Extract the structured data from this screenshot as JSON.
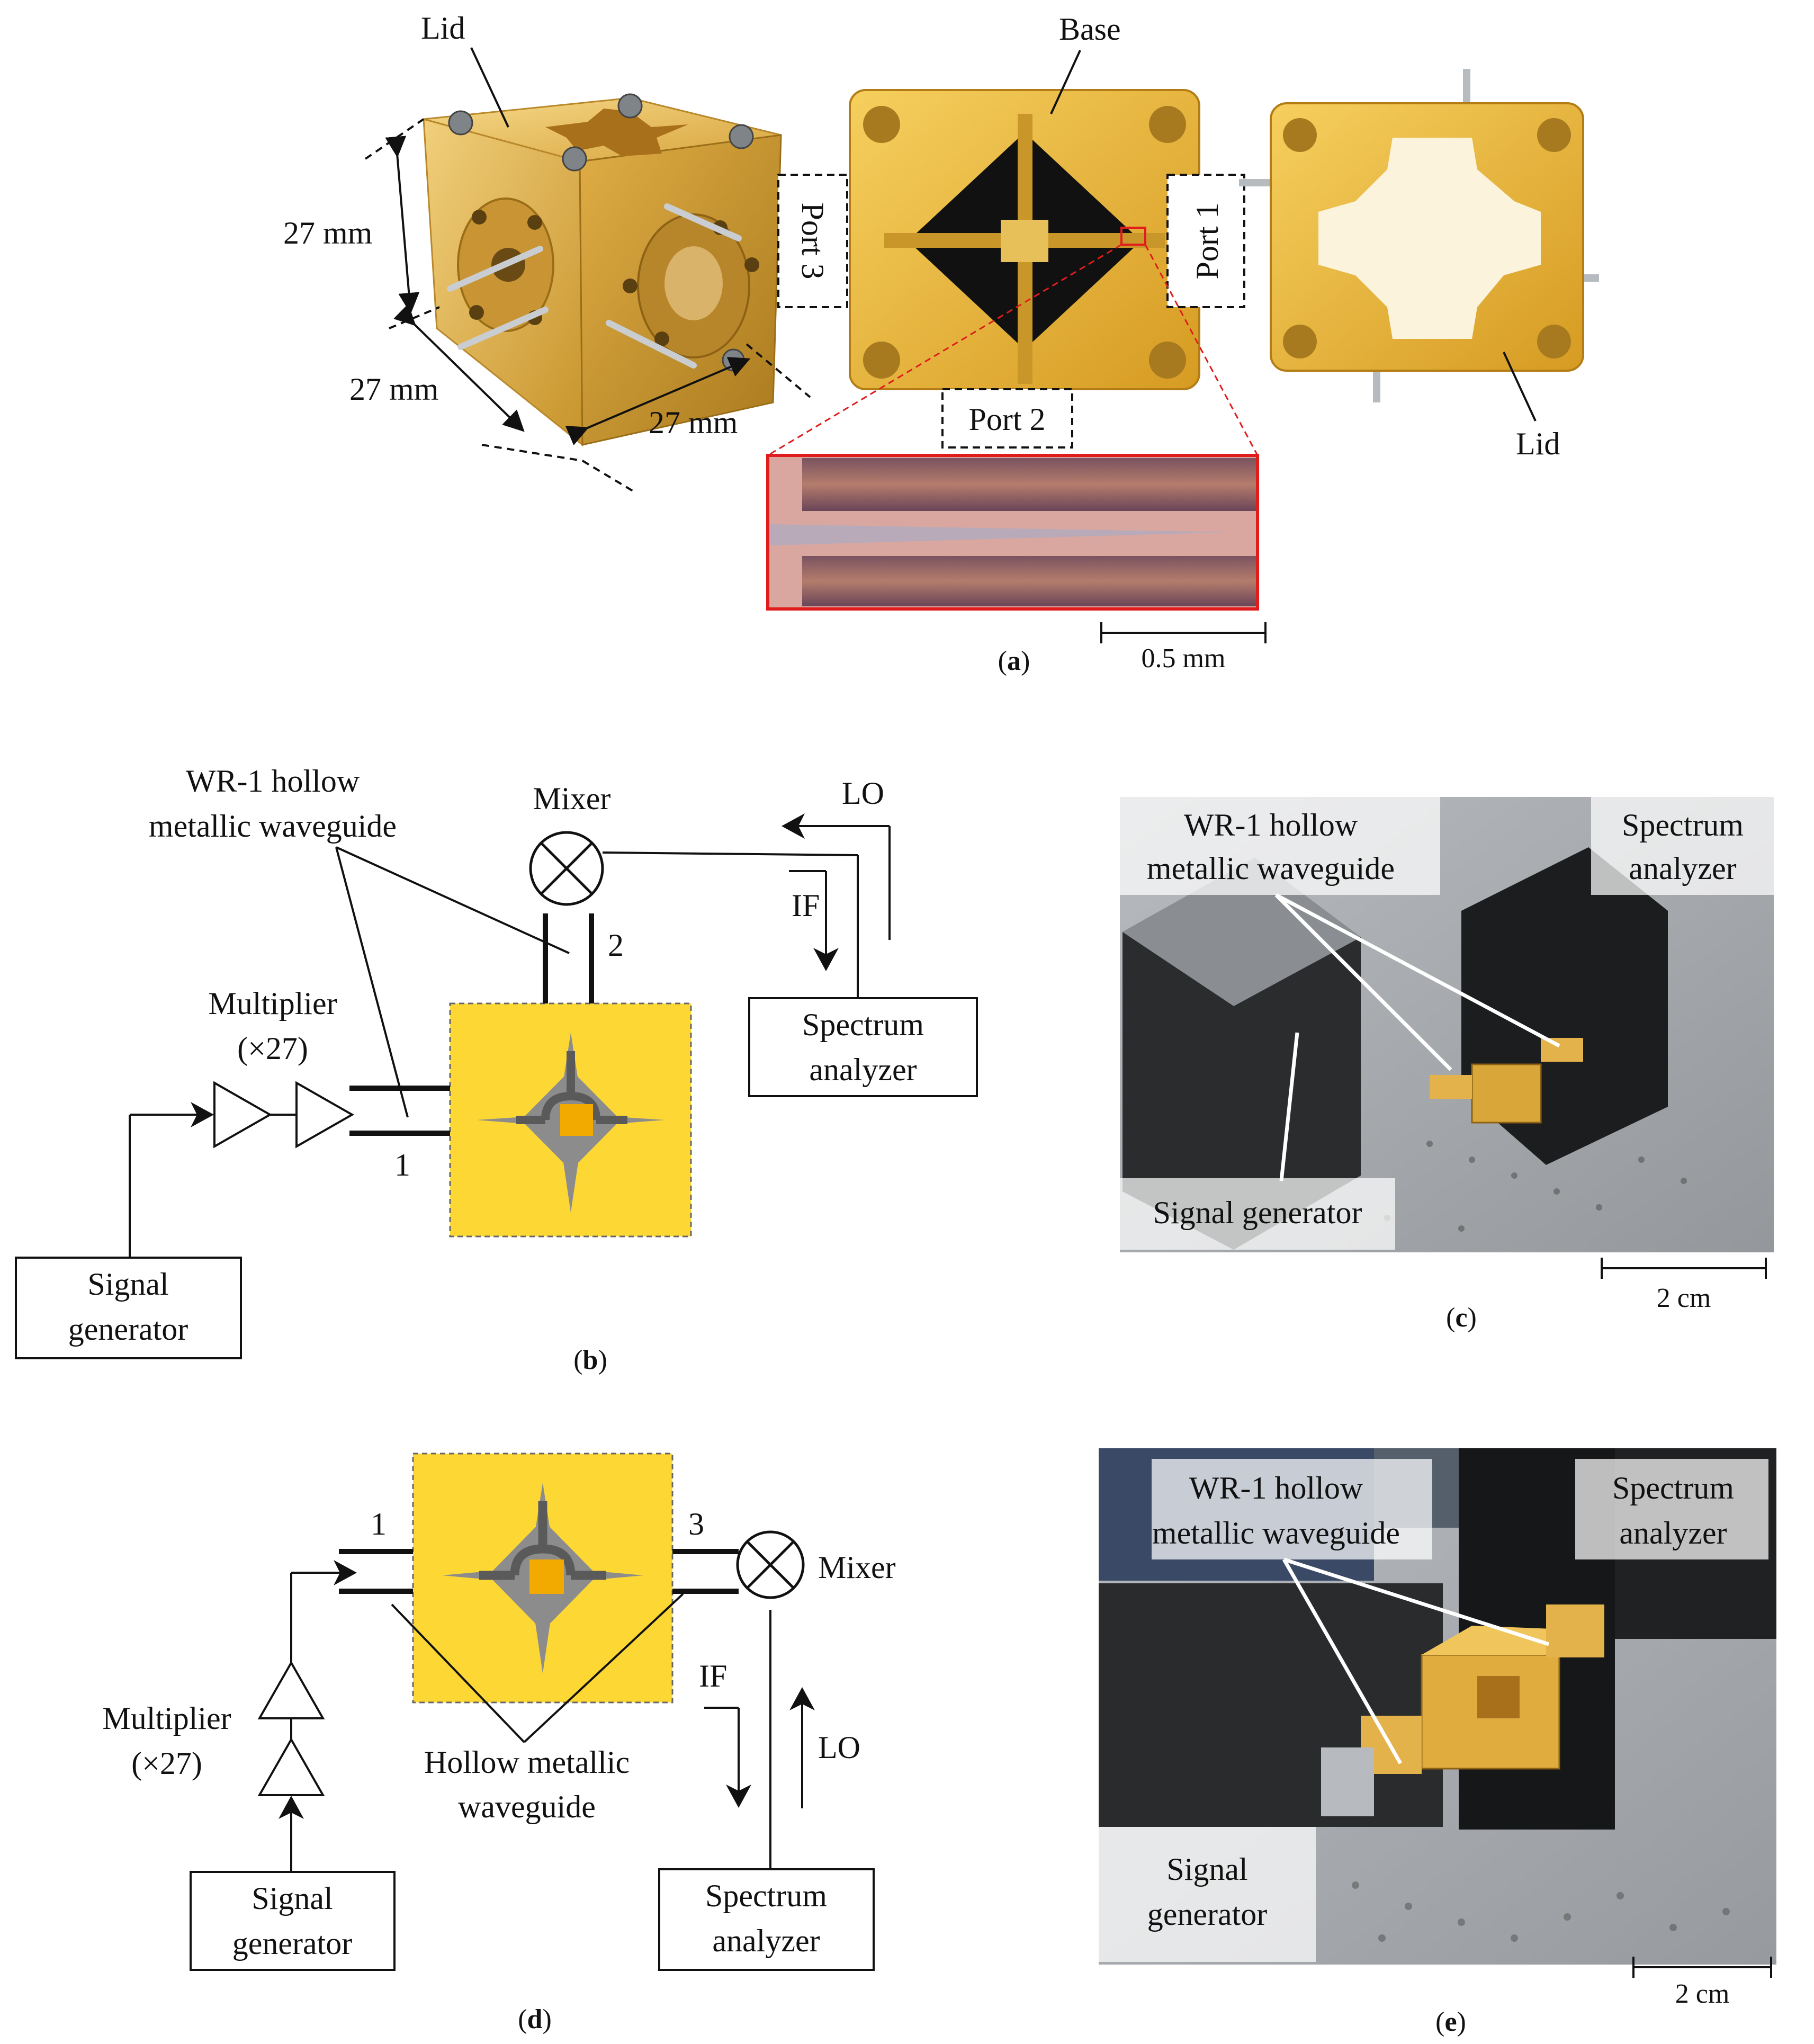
{
  "panel_a": {
    "caption_letter": "a",
    "cube_labels": {
      "lid": "Lid",
      "dim_height": "27 mm",
      "dim_depth": "27 mm",
      "dim_width": "27 mm"
    },
    "base_labels": {
      "base": "Base",
      "port1": "Port 1",
      "port2": "Port 2",
      "port3": "Port 3"
    },
    "lid_label": "Lid",
    "scale_bar": "0.5 mm"
  },
  "panel_b": {
    "caption_letter": "b",
    "waveguide_label_line1": "WR-1 hollow",
    "waveguide_label_line2": "metallic waveguide",
    "mixer": "Mixer",
    "lo": "LO",
    "if": "IF",
    "port_top": "2",
    "port_left": "1",
    "multiplier_line1": "Multiplier",
    "multiplier_line2": "(×27)",
    "spectrum_line1": "Spectrum",
    "spectrum_line2": "analyzer",
    "signal_line1": "Signal",
    "signal_line2": "generator"
  },
  "panel_c": {
    "caption_letter": "c",
    "waveguide_line1": "WR-1 hollow",
    "waveguide_line2": "metallic waveguide",
    "spectrum_line1": "Spectrum",
    "spectrum_line2": "analyzer",
    "signal": "Signal generator",
    "scale_bar": "2 cm"
  },
  "panel_d": {
    "caption_letter": "d",
    "port_left": "1",
    "port_right": "3",
    "mixer": "Mixer",
    "if": "IF",
    "lo": "LO",
    "multiplier_line1": "Multiplier",
    "multiplier_line2": "(×27)",
    "hollow_line1": "Hollow metallic",
    "hollow_line2": "waveguide",
    "signal_line1": "Signal",
    "signal_line2": "generator",
    "spectrum_line1": "Spectrum",
    "spectrum_line2": "analyzer"
  },
  "panel_e": {
    "caption_letter": "e",
    "waveguide_line1": "WR-1 hollow",
    "waveguide_line2": "metallic waveguide",
    "spectrum_line1": "Spectrum",
    "spectrum_line2": "analyzer",
    "signal_line1": "Signal",
    "signal_line2": "generator",
    "scale_bar": "2 cm"
  },
  "colors": {
    "gold": "#d9a63a",
    "gold_light": "#f0c75a",
    "diagram_yellow": "#fdd835",
    "diagram_gray": "#8c8c8c",
    "diagram_dark": "#5a5a5a",
    "diagram_orange": "#f2a900",
    "highlight_red": "#e01c1c"
  }
}
